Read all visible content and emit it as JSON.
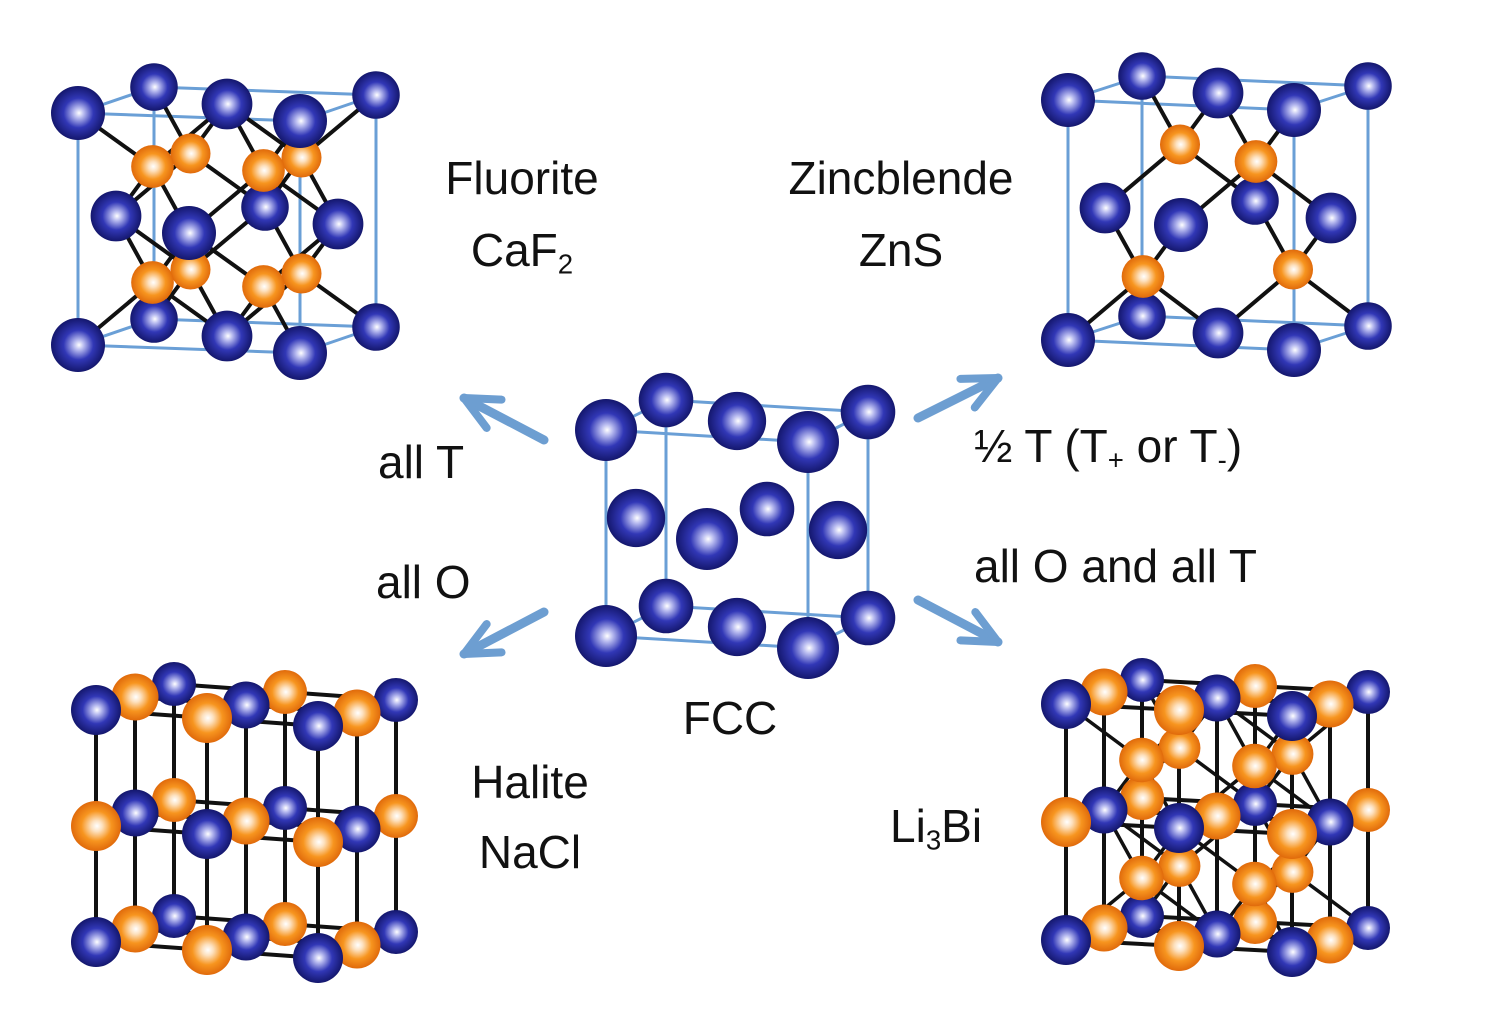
{
  "colors": {
    "anion": "#232896",
    "cation": "#f58a1f",
    "cell_edge": "#6a9fd6",
    "bond": "#111111",
    "arrow": "#6d9ed1"
  },
  "center": {
    "name": "FCC"
  },
  "structures": {
    "fluorite": {
      "name": "Fluorite",
      "formula_base": "CaF",
      "formula_sub": "2",
      "rule": "all T"
    },
    "zincblende": {
      "name": "Zincblende",
      "formula": "ZnS",
      "rule_pre": "½ T  (T",
      "rule_sub1": "+",
      "rule_mid": " or T",
      "rule_sub2": "-",
      "rule_post": ")"
    },
    "halite": {
      "name": "Halite",
      "formula": "NaCl",
      "rule": "all O"
    },
    "li3bi": {
      "formula_a": "Li",
      "formula_sub": "3",
      "formula_b": "Bi",
      "rule": "all O and all T"
    }
  },
  "icons": {
    "anion_sphere": "blue-sphere-icon",
    "cation_sphere": "orange-sphere-icon",
    "arrow": "arrow-icon"
  }
}
